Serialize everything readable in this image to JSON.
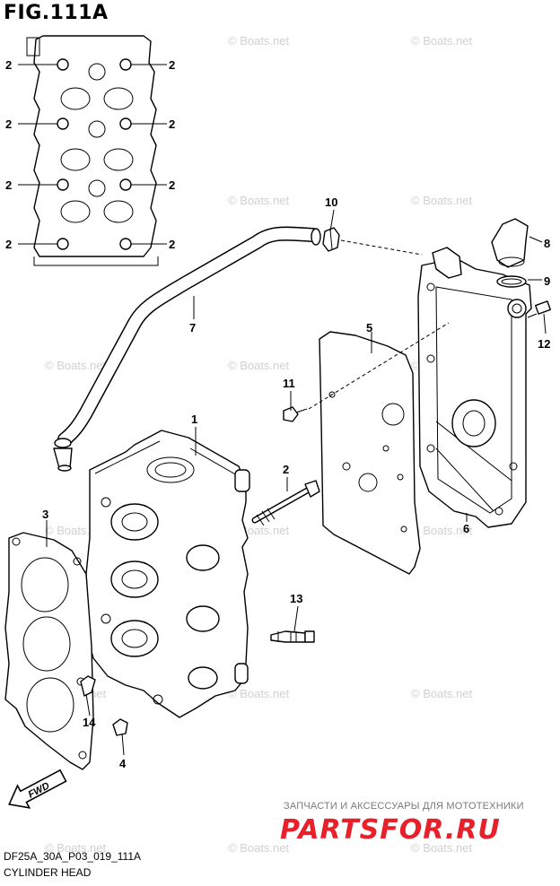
{
  "figure": {
    "title": "FIG.111A",
    "code": "DF25A_30A_P03_019_111A",
    "caption": "CYLINDER HEAD"
  },
  "watermark": "© Boats.net",
  "inset": {
    "callout_label": "2"
  },
  "callouts": [
    {
      "id": "part-1",
      "number": "1"
    },
    {
      "id": "part-2",
      "number": "2"
    },
    {
      "id": "part-3",
      "number": "3"
    },
    {
      "id": "part-4",
      "number": "4"
    },
    {
      "id": "part-5",
      "number": "5"
    },
    {
      "id": "part-6",
      "number": "6"
    },
    {
      "id": "part-7",
      "number": "7"
    },
    {
      "id": "part-8",
      "number": "8"
    },
    {
      "id": "part-9",
      "number": "9"
    },
    {
      "id": "part-10",
      "number": "10"
    },
    {
      "id": "part-11",
      "number": "11"
    },
    {
      "id": "part-12",
      "number": "12"
    },
    {
      "id": "part-13",
      "number": "13"
    },
    {
      "id": "part-14",
      "number": "14"
    }
  ],
  "fwd_arrow": {
    "label": "FWD"
  },
  "promo": {
    "tagline": "ЗАПЧАСТИ И АКСЕССУАРЫ ДЛЯ МОТОТЕХНИКИ",
    "brand": "PARTSFOR.RU"
  }
}
